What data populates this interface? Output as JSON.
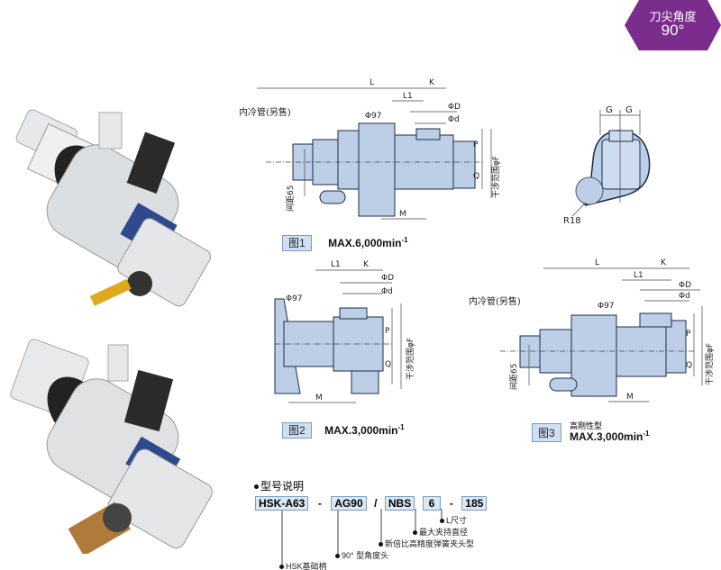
{
  "badge": {
    "title": "刀尖角度",
    "angle": "90°",
    "color": "#7b2d8e"
  },
  "fig1": {
    "label": "图1",
    "speed": "MAX.6,000min",
    "speed_exp": "-1",
    "L": "L",
    "K": "K",
    "L1": "L1",
    "phiD": "ΦD",
    "phid": "Φd",
    "phi97": "Φ97",
    "P": "P",
    "Q": "Q",
    "range": "干涉范围φF",
    "coolant": "内冷管(另售)",
    "spacing": "间距65",
    "M": "M"
  },
  "end_view": {
    "G1": "G",
    "G2": "G",
    "R": "R18"
  },
  "fig2": {
    "label": "图2",
    "speed": "MAX.3,000min",
    "speed_exp": "-1",
    "L1": "L1",
    "K": "K",
    "phiD": "ΦD",
    "phid": "Φd",
    "phi97": "Φ97",
    "P": "P",
    "Q": "Q",
    "range": "干涉范围φF",
    "M": "M"
  },
  "fig3": {
    "label": "图3",
    "note": "高刚性型",
    "speed": "MAX.3,000min",
    "speed_exp": "-1",
    "L": "L",
    "K": "K",
    "L1": "L1",
    "phiD": "ΦD",
    "phid": "Φd",
    "phi97": "Φ97",
    "P": "P",
    "Q": "Q",
    "range": "干涉范围φF",
    "coolant": "内冷管(另售)",
    "spacing": "间距65",
    "M": "M"
  },
  "model": {
    "heading": "型号说明",
    "parts": [
      "HSK-A63",
      "AG90",
      "NBS",
      "6",
      "185"
    ],
    "separators": [
      "-",
      "/",
      "-"
    ],
    "desc": {
      "shank": "HSK基础柄",
      "head": "90° 型角度头",
      "collet": "新倍比高精度弹簧夹头型",
      "clamp": "最大夹持直径",
      "length": "L尺寸"
    }
  },
  "colors": {
    "drawing_fill": "#bccfe6",
    "drawing_stroke": "#1c2b48",
    "label_bg": "#cfe0f0"
  }
}
